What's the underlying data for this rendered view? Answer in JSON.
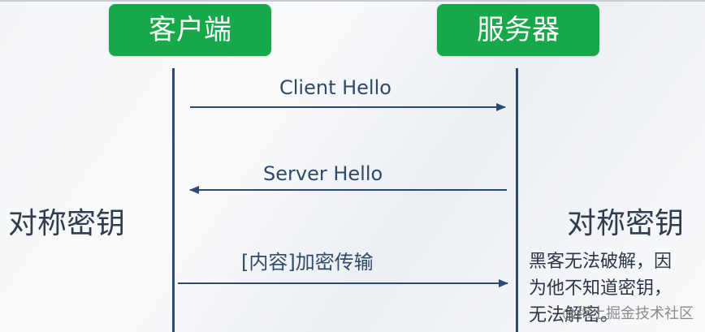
{
  "actors": {
    "client": "客户端",
    "server": "服务器"
  },
  "messages": [
    {
      "label": "Client Hello",
      "direction": "client-to-server"
    },
    {
      "label": "Server Hello",
      "direction": "server-to-client"
    },
    {
      "label": "[内容]加密传输",
      "direction": "client-to-server"
    }
  ],
  "side_labels": {
    "left": "对称密钥",
    "right": "对称密钥"
  },
  "note": {
    "lines": [
      "黑客无法破解，因",
      "为他不知道密钥，",
      "无法解密。"
    ]
  },
  "watermark": "@稀土掘金技术社区",
  "colors": {
    "actor_bg": "#17a84a",
    "lifeline": "#2c4a73",
    "arrow": "#2c4a73",
    "text": "#2f4a6b"
  }
}
